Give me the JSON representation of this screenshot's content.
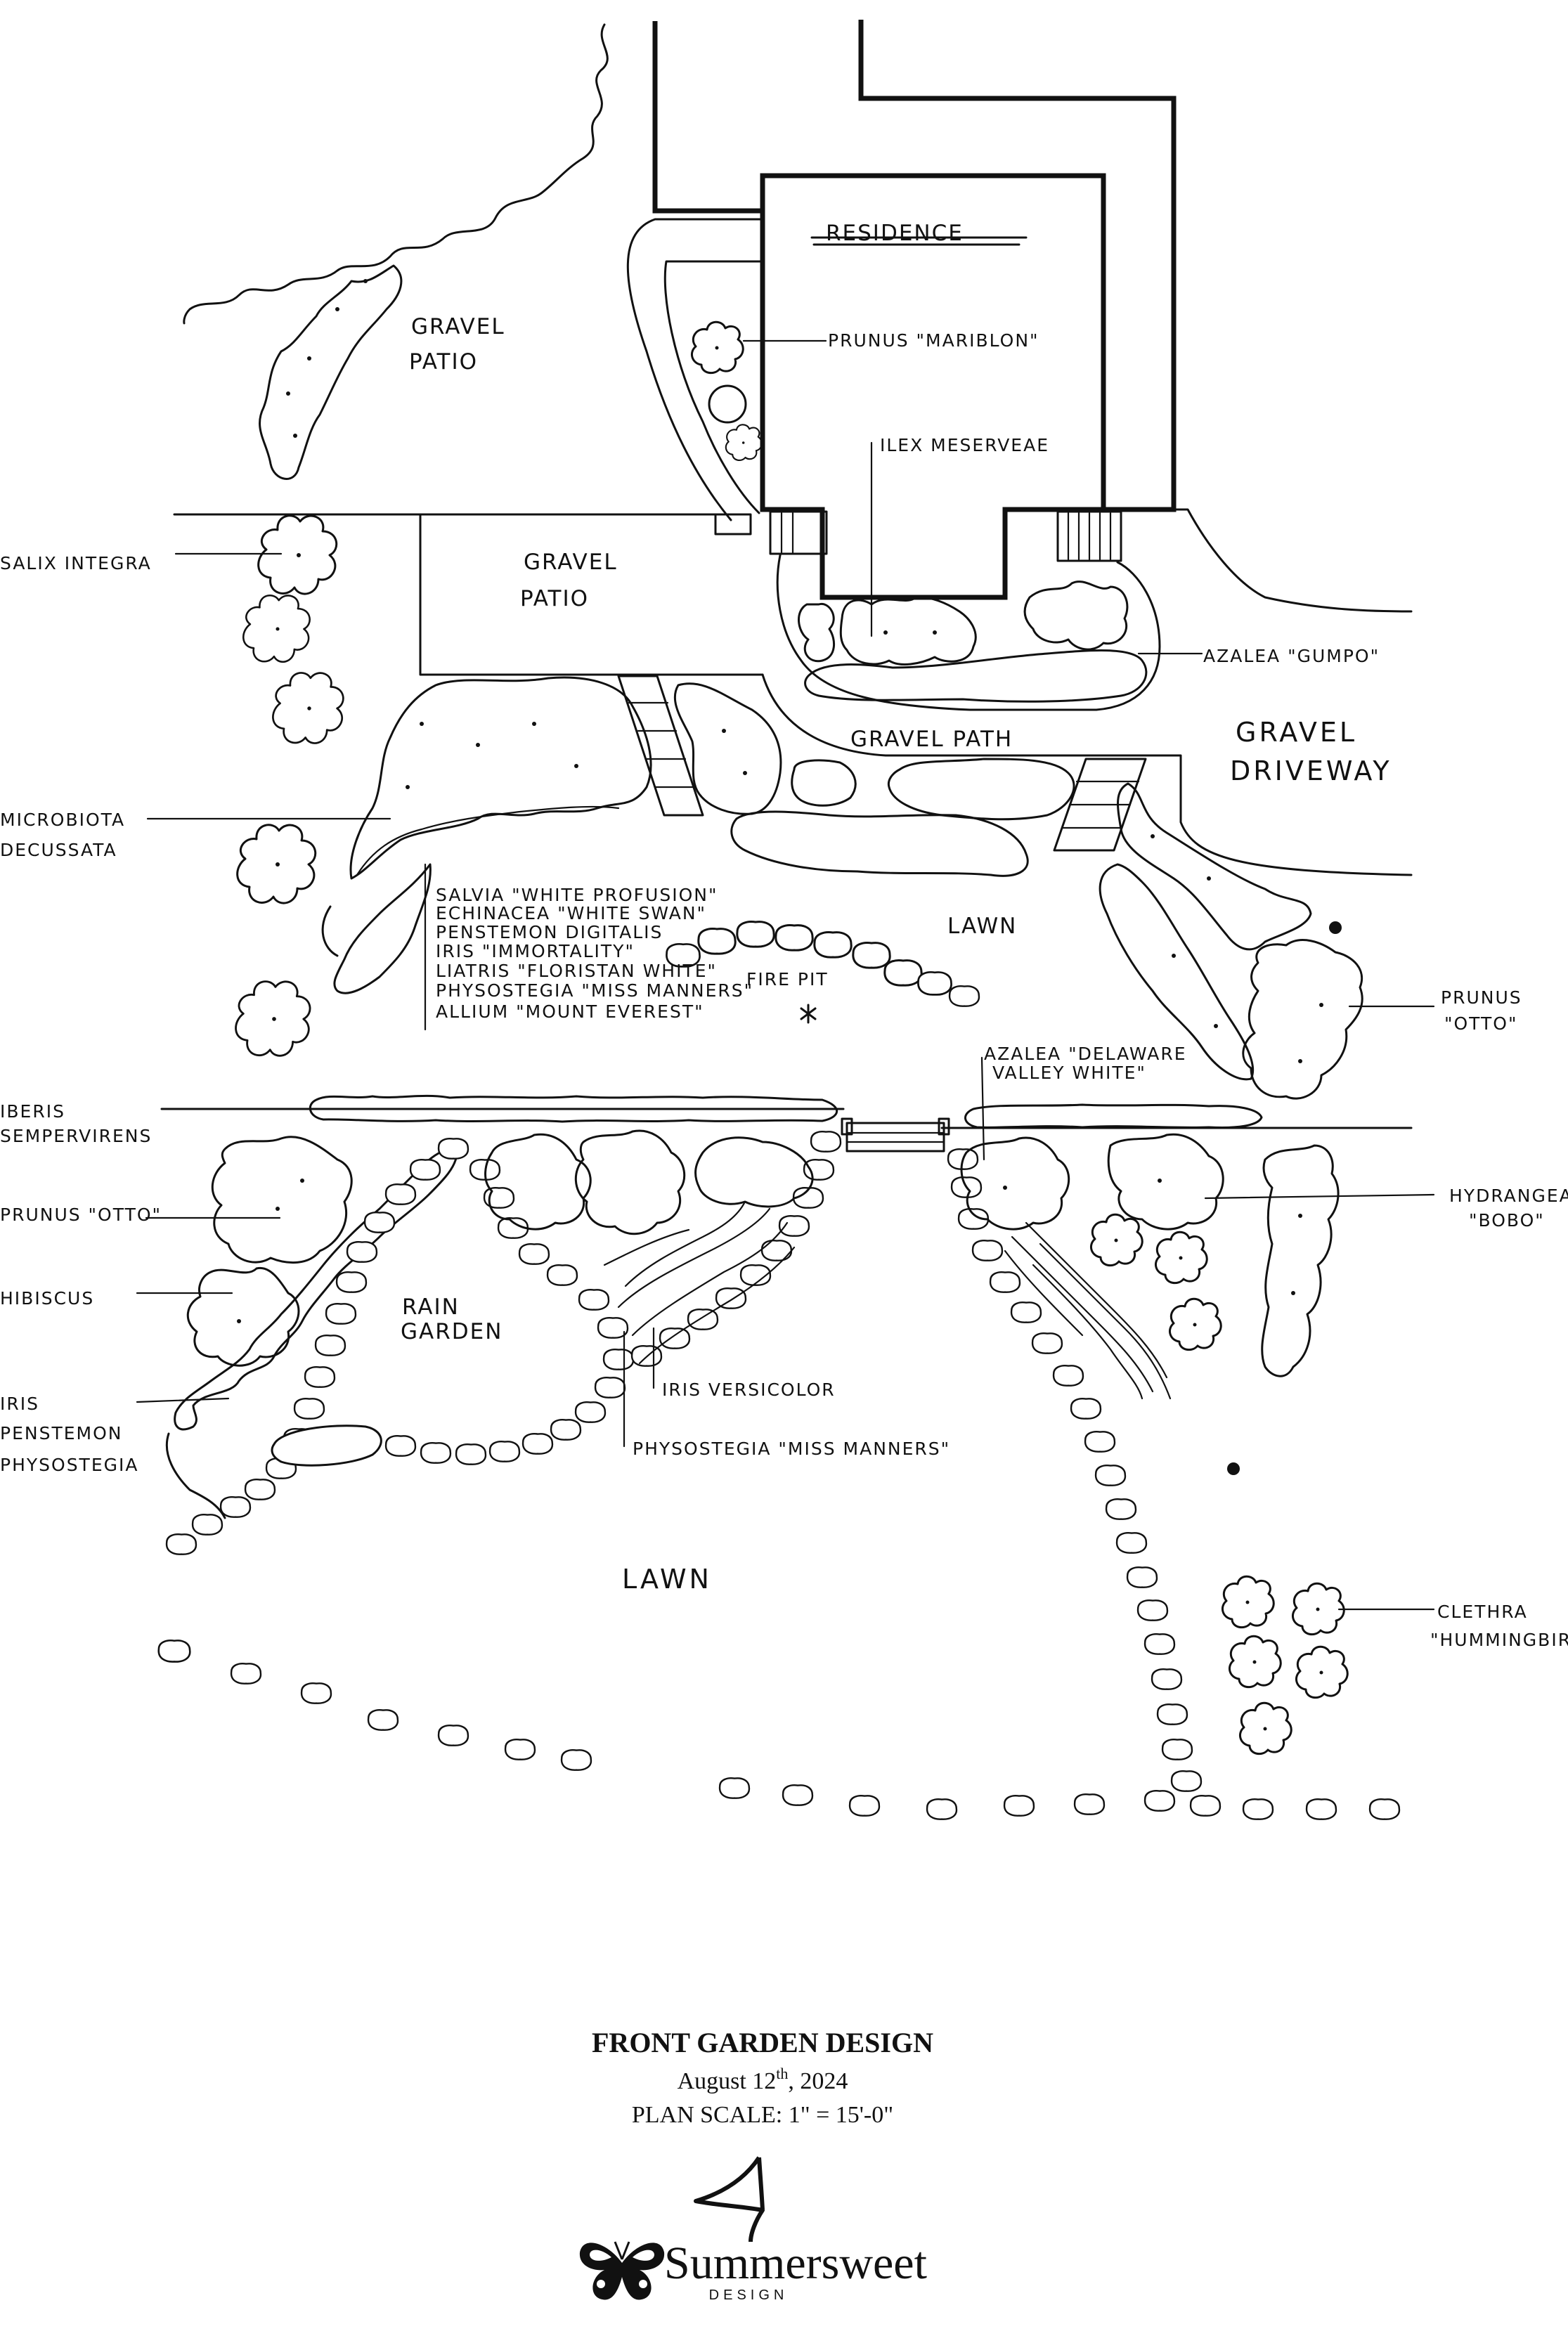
{
  "plan": {
    "areas": {
      "residence": "RESIDENCE",
      "gravel_patio_upper_1": "GRAVEL",
      "gravel_patio_upper_2": "PATIO",
      "gravel_patio_lower_1": "GRAVEL",
      "gravel_patio_lower_2": "PATIO",
      "gravel_path": "GRAVEL PATH",
      "gravel_driveway_1": "GRAVEL",
      "gravel_driveway_2": "DRIVEWAY",
      "lawn_upper": "LAWN",
      "lawn_lower": "LAWN",
      "fire_pit": "FIRE PIT",
      "rain_garden_1": "RAIN",
      "rain_garden_2": "GARDEN"
    },
    "labels": {
      "prunus_mariblon": "PRUNUS \"MARIBLON\"",
      "ilex_meserveae": "ILEX MESERVEAE",
      "salix_integra": "SALIX INTEGRA",
      "azalea_gumpo": "AZALEA \"GUMPO\"",
      "microbiota_1": "MICROBIOTA",
      "microbiota_2": "DECUSSATA",
      "perennials": [
        "SALVIA \"WHITE PROFUSION\"",
        "ECHINACEA \"WHITE SWAN\"",
        "PENSTEMON DIGITALIS",
        "IRIS \"IMMORTALITY\"",
        "LIATRIS \"FLORISTAN WHITE\"",
        "PHYSOSTEGIA \"MISS MANNERS\"",
        "ALLIUM \"MOUNT EVEREST\""
      ],
      "prunus_otto_right_1": "PRUNUS",
      "prunus_otto_right_2": "\"OTTO\"",
      "azalea_delaware_1": "AZALEA \"DELAWARE",
      "azalea_delaware_2": "VALLEY WHITE\"",
      "iberis_1": "IBERIS",
      "iberis_2": "SEMPERVIRENS",
      "prunus_otto_left": "PRUNUS \"OTTO\"",
      "hibiscus": "HIBISCUS",
      "hydrangea_1": "HYDRANGEA",
      "hydrangea_2": "\"BOBO\"",
      "rain_plants": [
        "IRIS",
        "PENSTEMON",
        "PHYSOSTEGIA"
      ],
      "iris_versicolor": "IRIS VERSICOLOR",
      "physostegia_mm": "PHYSOSTEGIA \"MISS MANNERS\"",
      "clethra_1": "CLETHRA",
      "clethra_2": "\"HUMMINGBIRD\""
    }
  },
  "title_block": {
    "title": "FRONT GARDEN DESIGN",
    "date_prefix": "August 12",
    "date_sup": "th",
    "date_suffix": ", 2024",
    "scale": "PLAN SCALE: 1\" = 15'-0\"",
    "brand_name": "Summersweet",
    "brand_sub": "DESIGN"
  },
  "icons": [
    "north-arrow-icon",
    "butterfly-icon",
    "tree-symbol-icon",
    "boulder-icon"
  ]
}
